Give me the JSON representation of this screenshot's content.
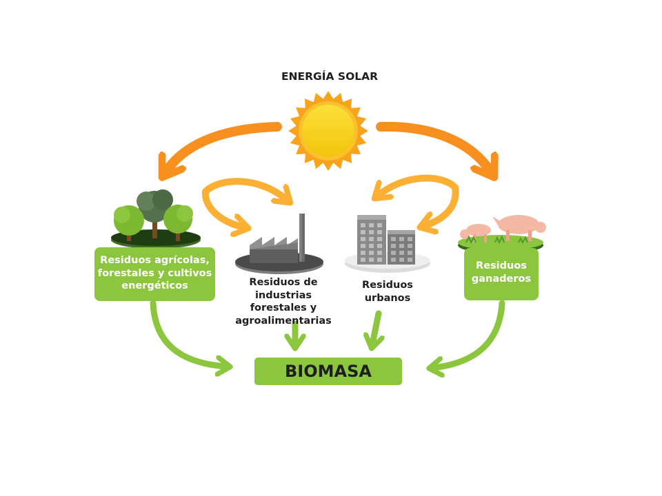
{
  "title": "ENERGÍA SOLAR",
  "sources": {
    "agricultural": "Residuos agrícolas,\nforestales y cultivos\nenergéticos",
    "industrial": "Residuos de industrias\nforestales y\nagroalimentarias",
    "urban": "Residuos\nurbanos",
    "livestock": "Residuos\nganaderos"
  },
  "result": "BIOMASA",
  "colors": {
    "green": "#8cc63f",
    "orange": "#f7901e",
    "yellow_orange": "#fbb034",
    "sun": "#f9d51c",
    "sun_rays": "#f7a31c",
    "text": "#1e1e1e"
  },
  "icons": [
    "sun-icon",
    "trees-icon",
    "factory-icon",
    "buildings-icon",
    "pigs-icon"
  ]
}
